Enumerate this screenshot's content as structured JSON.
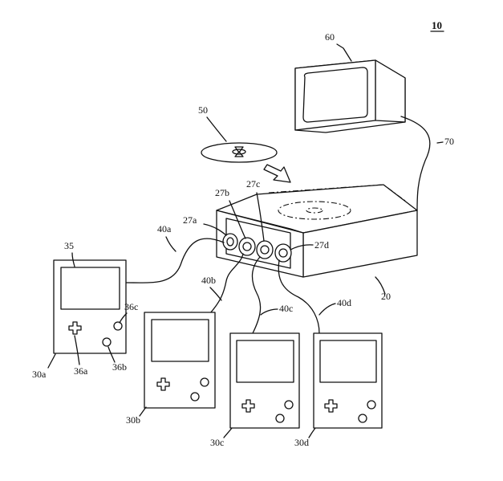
{
  "labels": {
    "figure_number": "10",
    "monitor": "60",
    "video_cable": "70",
    "disc": "50",
    "console": "20",
    "connector_a": "27a",
    "connector_b": "27b",
    "connector_c": "27c",
    "connector_d": "27d",
    "cable_a": "40a",
    "cable_b": "40b",
    "cable_c": "40c",
    "cable_d": "40d",
    "handheld_screen": "35",
    "button_a": "36a",
    "button_b": "36b",
    "button_c": "36c",
    "handheld_a": "30a",
    "handheld_b": "30b",
    "handheld_c": "30c",
    "handheld_d": "30d"
  }
}
